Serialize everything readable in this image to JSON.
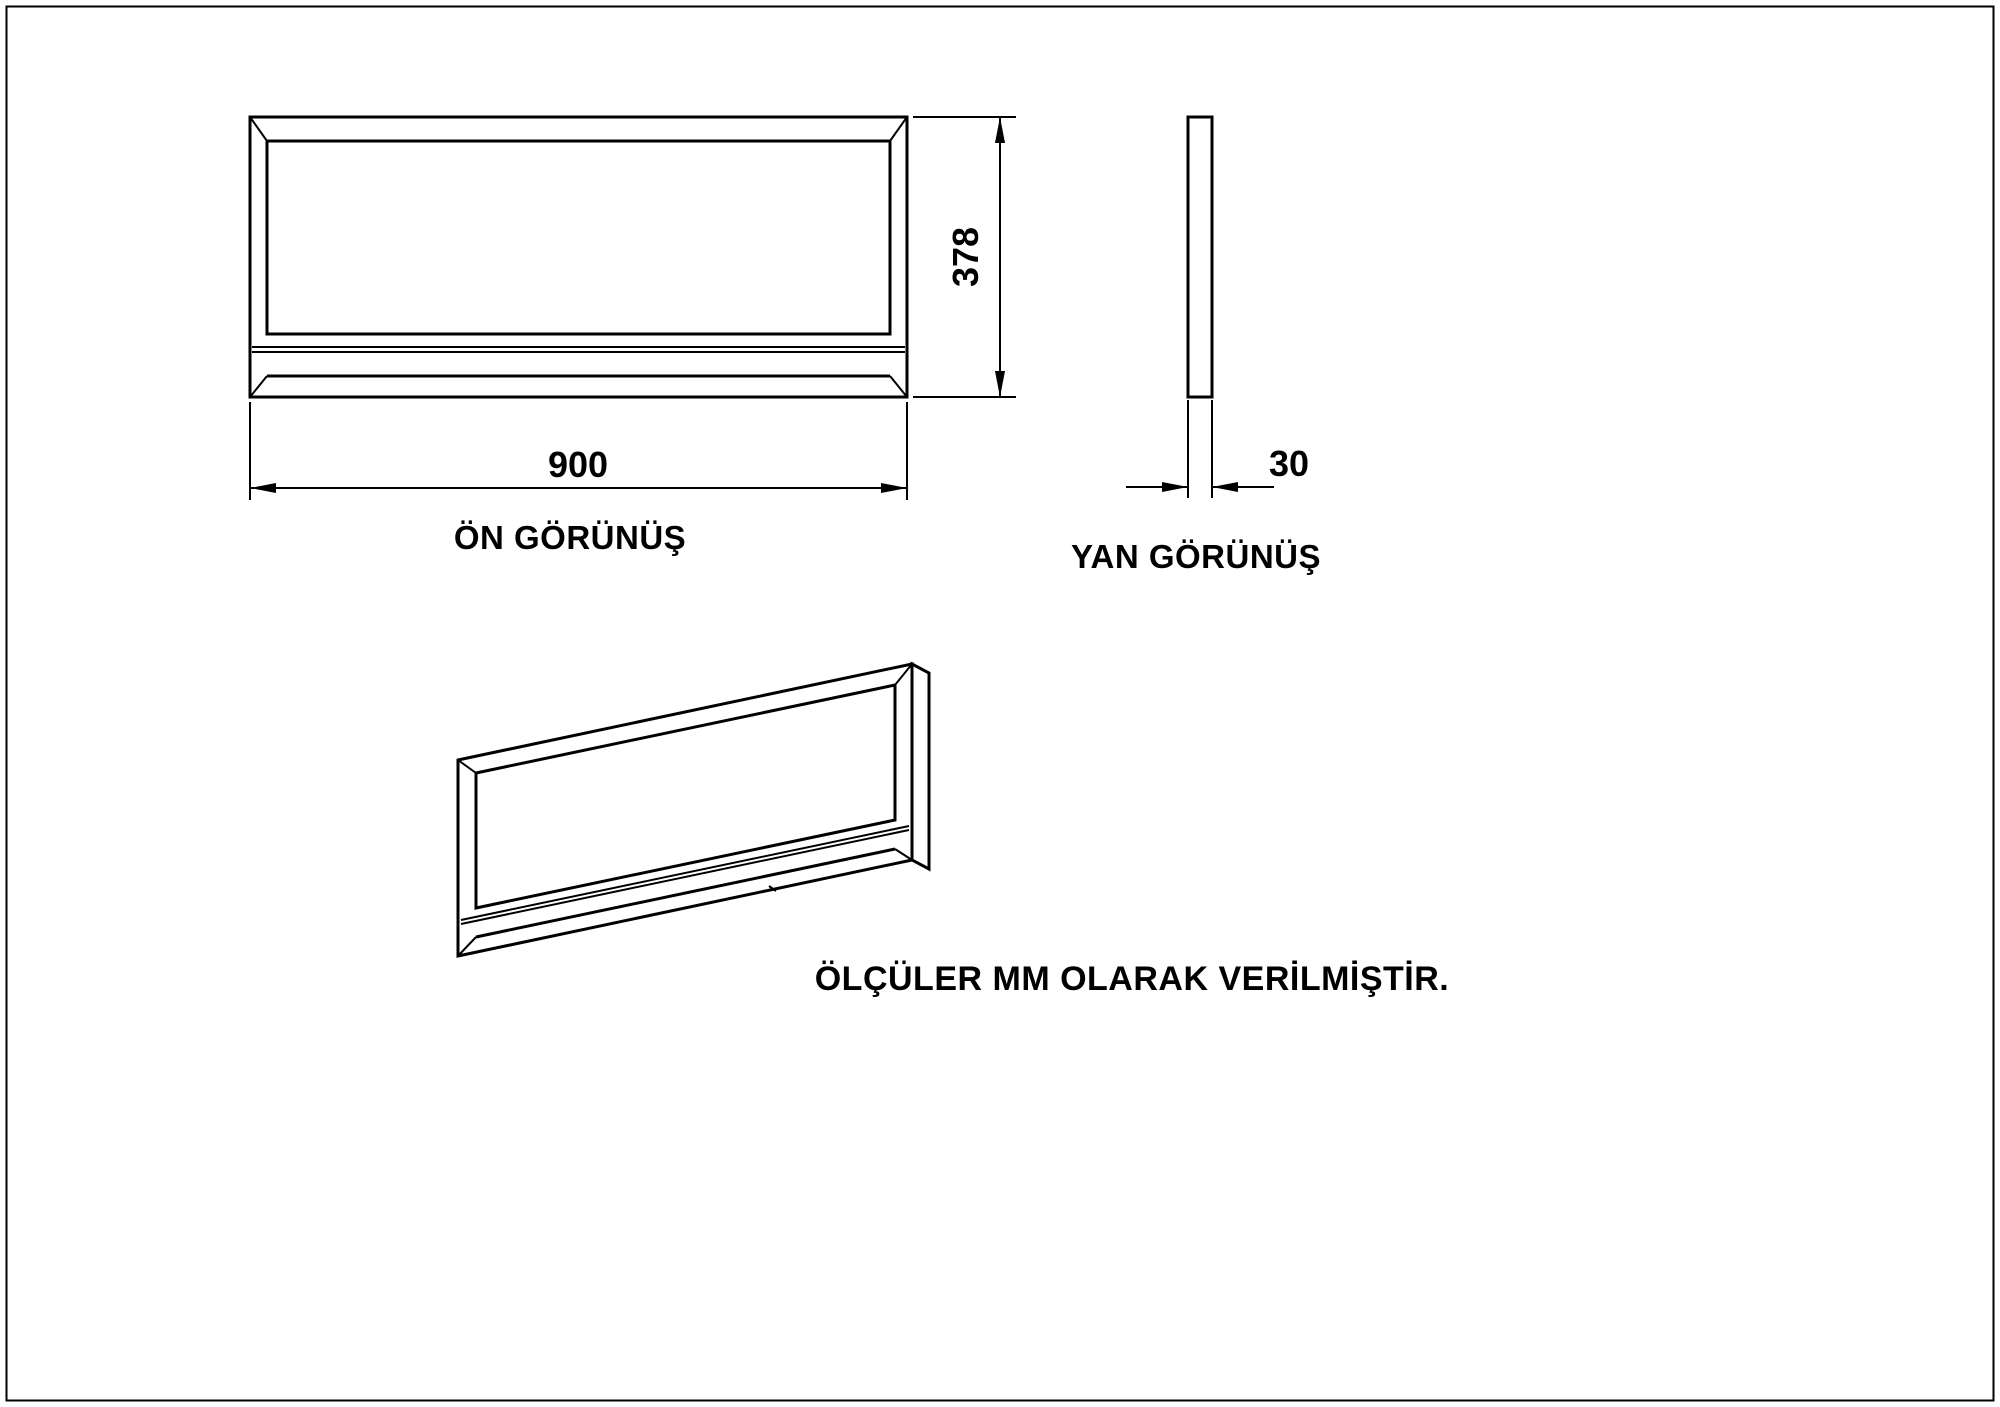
{
  "drawing": {
    "front_view_label": "ÖN GÖRÜNÜŞ",
    "side_view_label": "YAN GÖRÜNÜŞ",
    "note": "ÖLÇÜLER MM OLARAK VERİLMİŞTİR.",
    "dimensions": {
      "width_mm": "900",
      "height_mm": "378",
      "depth_mm": "30"
    },
    "colors": {
      "line": "#000000",
      "background": "#ffffff"
    }
  }
}
